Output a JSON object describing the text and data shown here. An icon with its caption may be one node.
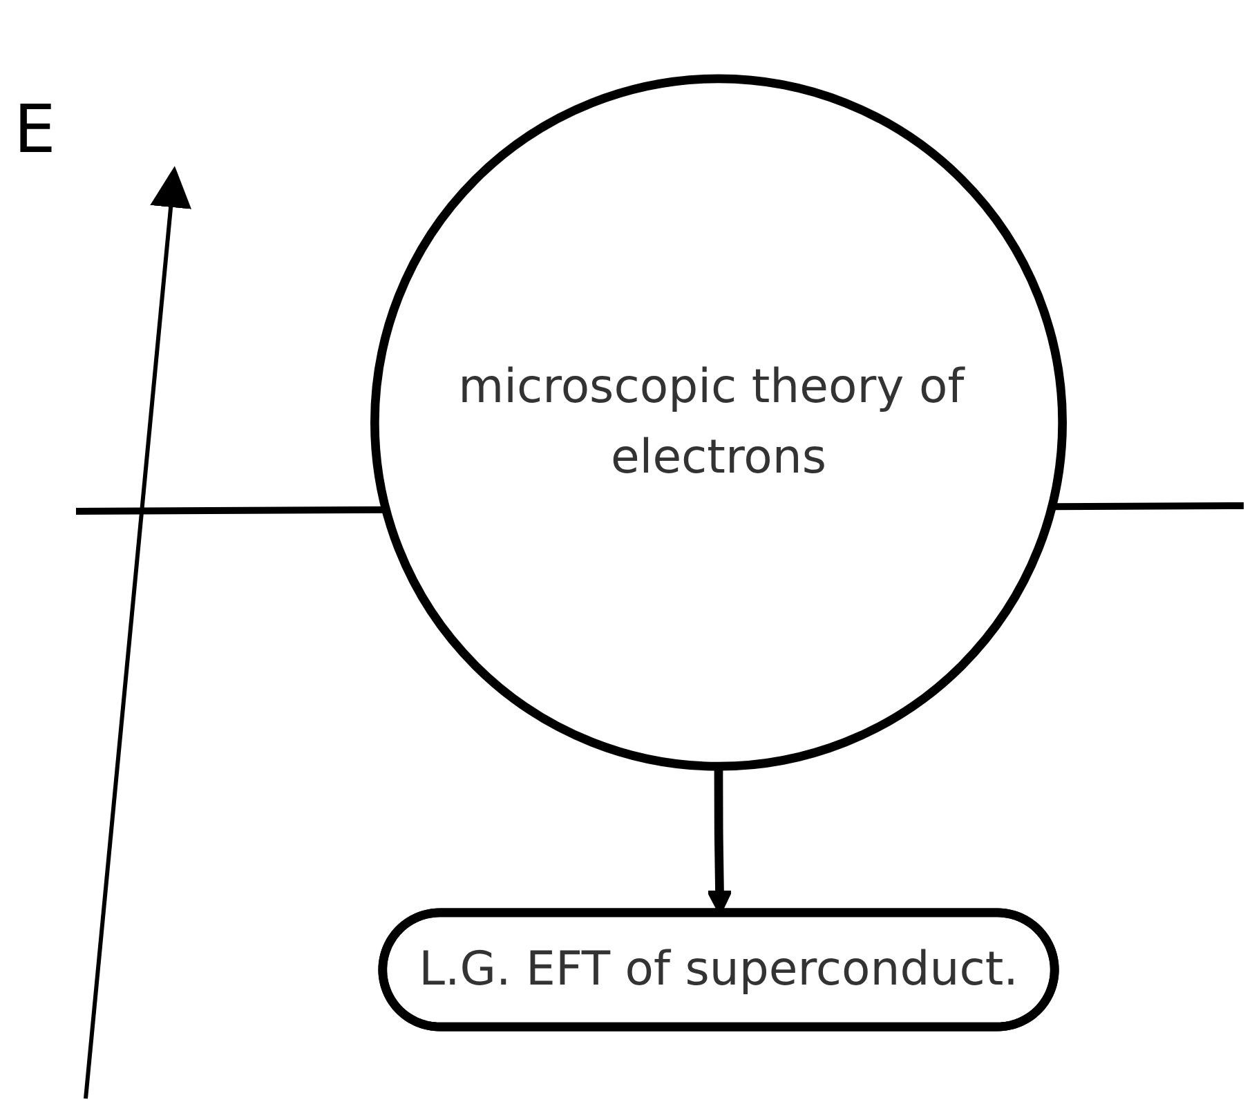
{
  "diagram": {
    "nodes": [
      {
        "text": [
          "microscopic theory of electrons"
        ]
      },
      {
        "text": [
          "L.G. EFT of superconduct."
        ]
      }
    ],
    "edges": [
      {
        "from": 0,
        "to": 1,
        "arrow": "to"
      }
    ],
    "labels": [
      "E"
    ]
  }
}
